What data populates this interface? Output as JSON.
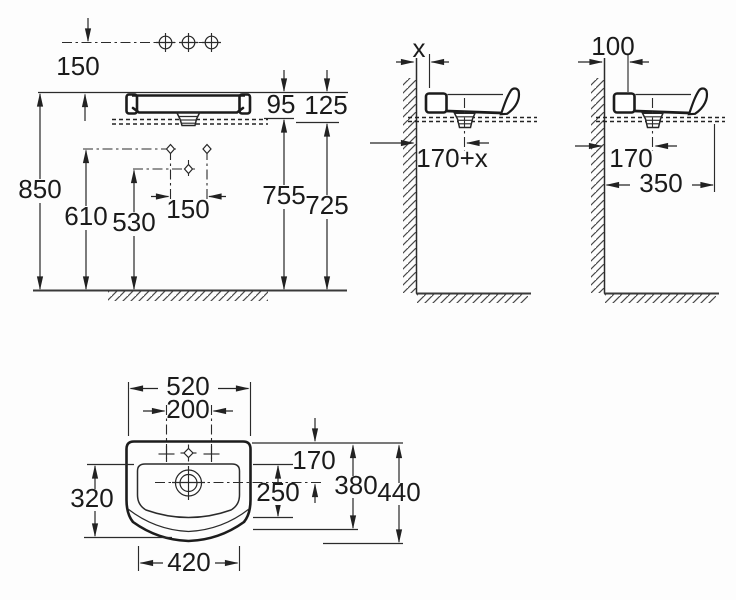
{
  "views": {
    "front_elevation": {
      "dims": {
        "faucet_line_offset": "150",
        "rim_height": "850",
        "supply_height": "610",
        "drain_height": "530",
        "supply_spacing": "150",
        "rim_to_underside": "95",
        "rim_to_bracket": "125",
        "floor_to_underside": "755",
        "floor_to_bracket": "725"
      }
    },
    "side_section_x": {
      "dims": {
        "wall_offset": "x",
        "drain_to_wall": "170+x"
      }
    },
    "side_section_std": {
      "dims": {
        "fixing_to_wall": "100",
        "drain_to_wall": "170",
        "front_to_wall": "350"
      }
    },
    "plan": {
      "dims": {
        "overall_width": "520",
        "tap_hole_spacing": "200",
        "back_to_centerline": "170",
        "bowl_length": "250",
        "back_to_front_edge": "380",
        "overall_depth": "440",
        "bowl_depth": "320",
        "front_width": "420"
      }
    }
  }
}
